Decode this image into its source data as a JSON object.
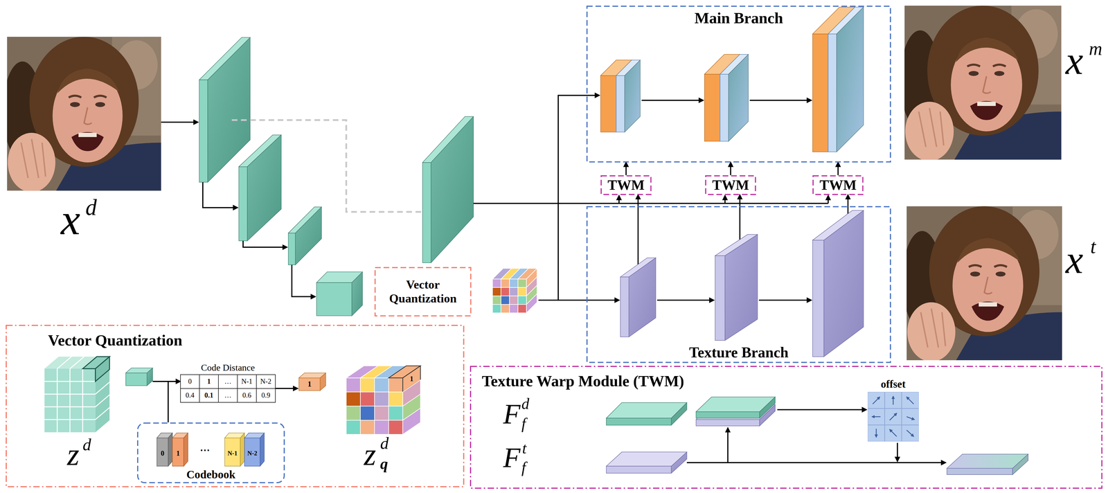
{
  "diagram": {
    "nodes": [
      {
        "text": [
          "Main Branch"
        ]
      },
      {
        "text": [
          "TWM"
        ]
      },
      {
        "text": [
          "TWM"
        ]
      },
      {
        "text": [
          "TWM"
        ]
      },
      {
        "text": [
          "Texture Branch"
        ]
      },
      {
        "text": [
          "Vector Quantization"
        ]
      },
      {
        "text": [
          "Vector Quantization"
        ]
      },
      {
        "text": [
          "Code Distance",
          "0",
          "1",
          "…",
          "N-1",
          "N-2",
          "0.4",
          "0.1",
          "…",
          "0.6",
          "0.9"
        ],
        "in": 6
      },
      {
        "text": [
          "Codebook"
        ],
        "in": 6
      },
      {
        "text": [
          "Texture Warp Module (TWM)"
        ]
      },
      {
        "text": [
          "offset"
        ],
        "in": 9
      }
    ],
    "edges": [
      {
        "from": 1,
        "to": 0,
        "arrow": "to"
      },
      {
        "from": 2,
        "to": 0,
        "arrow": "to"
      },
      {
        "from": 3,
        "to": 0,
        "arrow": "to"
      },
      {
        "from": 4,
        "to": 1,
        "arrow": "to"
      },
      {
        "from": 4,
        "to": 2,
        "arrow": "to"
      },
      {
        "from": 4,
        "to": 3,
        "arrow": "to"
      },
      {
        "from": 8,
        "to": 7,
        "arrow": "to"
      }
    ],
    "labels": [
      "x",
      "d",
      "x",
      "m",
      "x",
      "t",
      "1",
      "1",
      "0",
      "1",
      "···",
      "N-1",
      "N-2",
      "z",
      "d",
      "z",
      "d",
      "q",
      "F",
      "d",
      "f",
      "F",
      "t",
      "f"
    ]
  }
}
